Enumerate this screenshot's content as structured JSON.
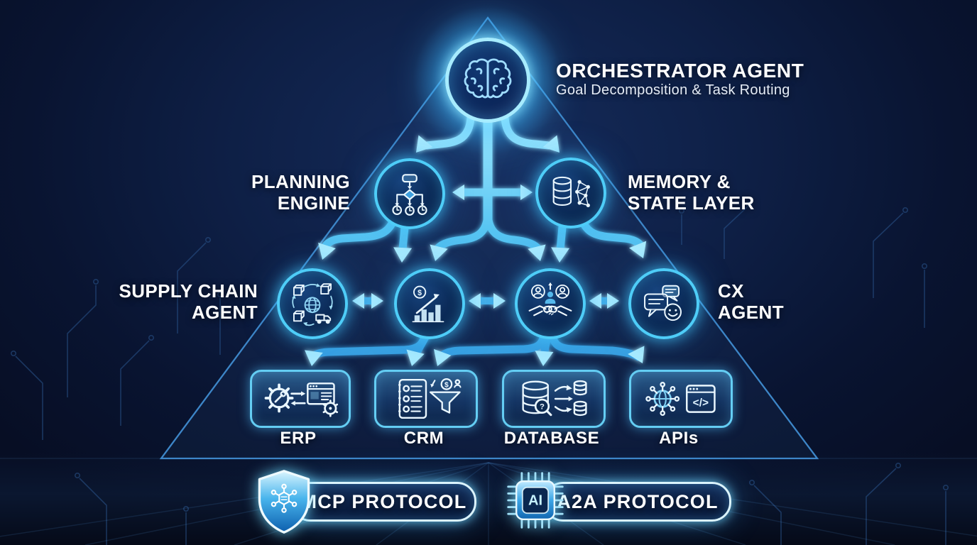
{
  "diagram": {
    "orchestrator": {
      "title": "ORCHESTRATOR AGENT",
      "subtitle": "Goal Decomposition & Task Routing"
    },
    "planning_engine": {
      "line1": "PLANNING",
      "line2": "ENGINE"
    },
    "memory_state": {
      "line1": "MEMORY &",
      "line2": "STATE LAYER"
    },
    "supply_chain": {
      "line1": "SUPPLY CHAIN",
      "line2": "AGENT"
    },
    "cx_agent": {
      "line1": "CX",
      "line2": "AGENT"
    },
    "systems": [
      "ERP",
      "CRM",
      "DATABASE",
      "APIs"
    ],
    "protocols": {
      "mcp_label": "MCP PROTOCOL",
      "a2a_label": "A2A PROTOCOL",
      "a2a_chip_text": "AI"
    },
    "icon_glyphs": {
      "finance_coin": "$",
      "crm_coin": "$",
      "db_query": "?",
      "api_code": "</>"
    },
    "colors": {
      "background": "#0a142e",
      "accent_cyan": "#4ecdf8",
      "arrow_light": "#9be6ff",
      "arrow_dark": "#2f9fe0",
      "panel_fill": "#123a66",
      "text_primary": "#ffffff"
    }
  }
}
